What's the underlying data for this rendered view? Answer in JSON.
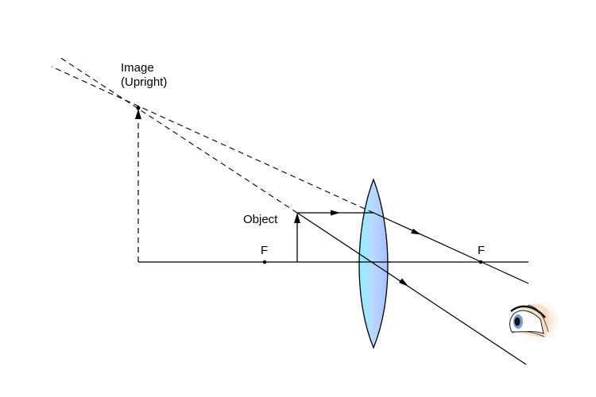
{
  "labels": {
    "image_line1": "Image",
    "image_line2": "(Upright)",
    "object": "Object",
    "focal_left": "F",
    "focal_right": "F"
  },
  "colors": {
    "lens_fill": "#8ff0ff",
    "lens_center": "#b8c8ff",
    "line": "#000000"
  }
}
